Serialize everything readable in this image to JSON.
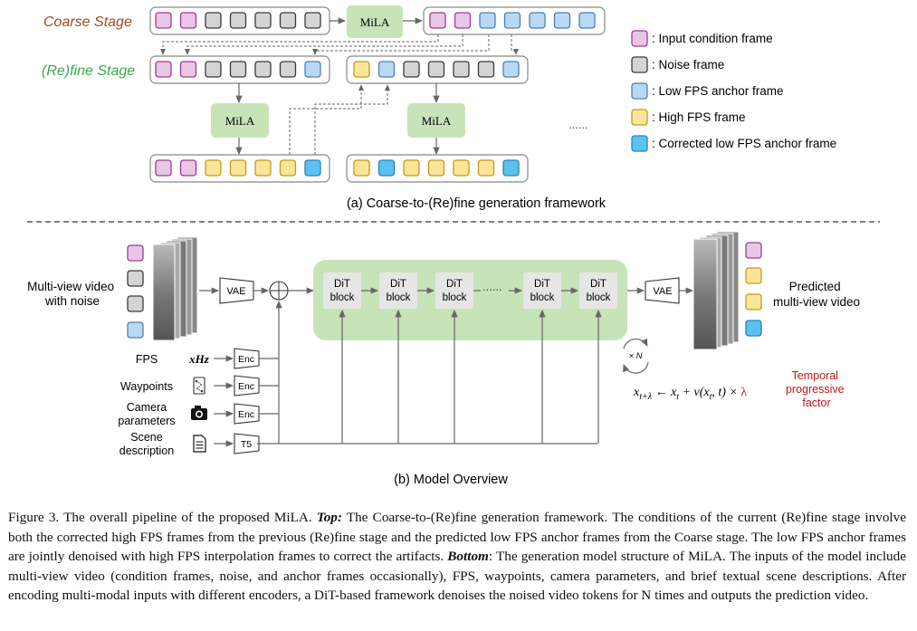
{
  "top": {
    "coarse_label": "Coarse Stage",
    "refine_label": "(Re)fine Stage",
    "mila": "MiLA",
    "dots": "......",
    "subtitle": "(a) Coarse-to-(Re)fine generation framework"
  },
  "legend": [
    {
      "label": ": Input condition frame",
      "fill": "#e8c6e6",
      "stroke": "#a23a93"
    },
    {
      "label": ": Noise frame",
      "fill": "#d4d4d4",
      "stroke": "#3a3a3a"
    },
    {
      "label": ": Low FPS anchor frame",
      "fill": "#b8d8f4",
      "stroke": "#4f7fb0"
    },
    {
      "label": ": High FPS frame",
      "fill": "#fbe59a",
      "stroke": "#c29a18"
    },
    {
      "label": ": Corrected low FPS anchor frame",
      "fill": "#5bc1f2",
      "stroke": "#2f7fb0"
    }
  ],
  "colors": {
    "coarse": "#9b4a1f",
    "refine": "#3aaa4a",
    "mila_box": "#c7e3b8",
    "dit_panel": "#c7e3b8",
    "lambda": "#c0161b"
  },
  "bottom": {
    "input_label": [
      "Multi-view video",
      "with noise"
    ],
    "vae": "VAE",
    "dit_line1": "DiT",
    "dit_line2": "block",
    "dots": "......",
    "output_label": [
      "Predicted",
      "multi-view video"
    ],
    "repeat": "× N",
    "conditions": [
      {
        "label": [
          "FPS"
        ],
        "icon": "xHz",
        "enc": "Enc"
      },
      {
        "label": [
          "Waypoints"
        ],
        "icon": "waypoints-icon",
        "enc": "Enc"
      },
      {
        "label": [
          "Camera",
          "parameters"
        ],
        "icon": "camera-icon",
        "enc": "Enc"
      },
      {
        "label": [
          "Scene",
          "description"
        ],
        "icon": "document-icon",
        "enc": "T5"
      }
    ],
    "formula_lhs": "x",
    "formula_lhs_sub": "t+λ",
    "formula_rhs": "← x",
    "formula_rhs_sub": "t",
    "formula_rest": " + v(x",
    "formula_rest_sub": "t",
    "formula_tail": ", t) × ",
    "lambda": "λ",
    "temporal_label": [
      "Temporal",
      "progressive",
      "factor"
    ],
    "subtitle": "(b) Model Overview"
  },
  "caption": {
    "prefix": "Figure 3. The overall pipeline of the proposed MiLA. ",
    "top_label": "Top:",
    "top_text": " The Coarse-to-(Re)fine generation framework. The conditions of the current (Re)fine stage involve both the corrected high FPS frames from the previous (Re)fine stage and the predicted low FPS anchor frames from the Coarse stage. The low FPS anchor frames are jointly denoised with high FPS interpolation frames to correct the artifacts. ",
    "bottom_label": "Bottom",
    "bottom_text": ": The generation model structure of MiLA. The inputs of the model include multi-view video (condition frames, noise, and anchor frames occasionally), FPS, waypoints, camera parameters, and brief textual scene descriptions. After encoding multi-modal inputs with different encoders, a DiT-based framework denoises the noised video tokens for N times and outputs the prediction video."
  }
}
